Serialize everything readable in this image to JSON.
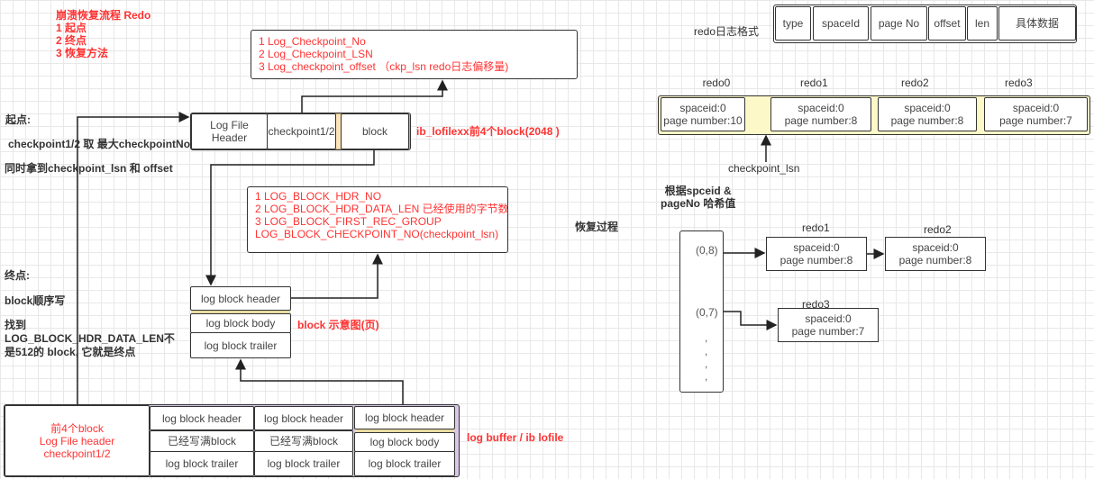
{
  "title_block": {
    "lines": [
      "崩溃恢复流程 Redo",
      "1 起点",
      "2 终点",
      "3 恢复方法"
    ]
  },
  "checkpoint_fields": {
    "lines": [
      "1 Log_Checkpoint_No",
      "2 Log_Checkpoint_LSN",
      "3 Log_checkpoint_offset （ckp_lsn redo日志偏移量)"
    ]
  },
  "logfile_row": {
    "header": "Log File Header",
    "checkpoint": "checkpoint1/2",
    "block": "block",
    "label": "ib_lofilexx前4个block(2048 )"
  },
  "start_notes": {
    "title": "起点:",
    "line1": "checkpoint1/2  取 最大checkpointNo",
    "line2": "同时拿到checkpoint_lsn 和 offset"
  },
  "end_notes": {
    "title": "终点:",
    "line1": "block顺序写",
    "line2": "找到 LOG_BLOCK_HDR_DATA_LEN不是512的 block, 它就是终点"
  },
  "block_header_fields": {
    "lines": [
      "1 LOG_BLOCK_HDR_NO",
      "2 LOG_BLOCK_HDR_DATA_LEN 已经使用的字节数",
      "3 LOG_BLOCK_FIRST_REC_GROUP",
      "LOG_BLOCK_CHECKPOINT_NO(checkpoint_lsn)"
    ]
  },
  "block_diagram": {
    "header": "log block header",
    "body": "log block body",
    "trailer": "log block trailer",
    "label": "block 示意图(页)"
  },
  "log_buffer": {
    "first": [
      "前4个block",
      "Log File header",
      "checkpoint1/2"
    ],
    "columns": [
      {
        "header": "log block header",
        "body": "已经写满block",
        "trailer": "log block trailer"
      },
      {
        "header": "log block header",
        "body": "已经写满block",
        "trailer": "log block trailer"
      },
      {
        "header": "log block header",
        "body": "log block body",
        "trailer": "log block trailer"
      }
    ],
    "label": "log buffer / ib  lofile"
  },
  "redo_format": {
    "label": "redo日志格式",
    "fields": [
      "type",
      "spaceId",
      "page No",
      "offset",
      "len",
      "具体数据"
    ]
  },
  "redo_sequence": [
    {
      "name": "redo0",
      "line1": "spaceid:0",
      "line2": "page number:10"
    },
    {
      "name": "redo1",
      "line1": "spaceid:0",
      "line2": "page number:8"
    },
    {
      "name": "redo2",
      "line1": "spaceid:0",
      "line2": "page number:8"
    },
    {
      "name": "redo3",
      "line1": "spaceid:0",
      "line2": "page number:7"
    }
  ],
  "checkpoint_lsn_label": "checkpoint_lsn",
  "hash_note": [
    "根据spceid &",
    "pageNo 哈希值"
  ],
  "recovery_label": "恢复过程",
  "hash_table": {
    "keys": [
      "(0,8)",
      "(0,7)"
    ],
    "dots": [
      ",",
      ",",
      ",",
      ","
    ]
  },
  "hash_chain": [
    {
      "name": "redo1",
      "line1": "spaceid:0",
      "line2": "page number:8"
    },
    {
      "name": "redo2",
      "line1": "spaceid:0",
      "line2": "page number:8"
    },
    {
      "name": "redo3",
      "line1": "spaceid:0",
      "line2": "page number:7"
    }
  ]
}
